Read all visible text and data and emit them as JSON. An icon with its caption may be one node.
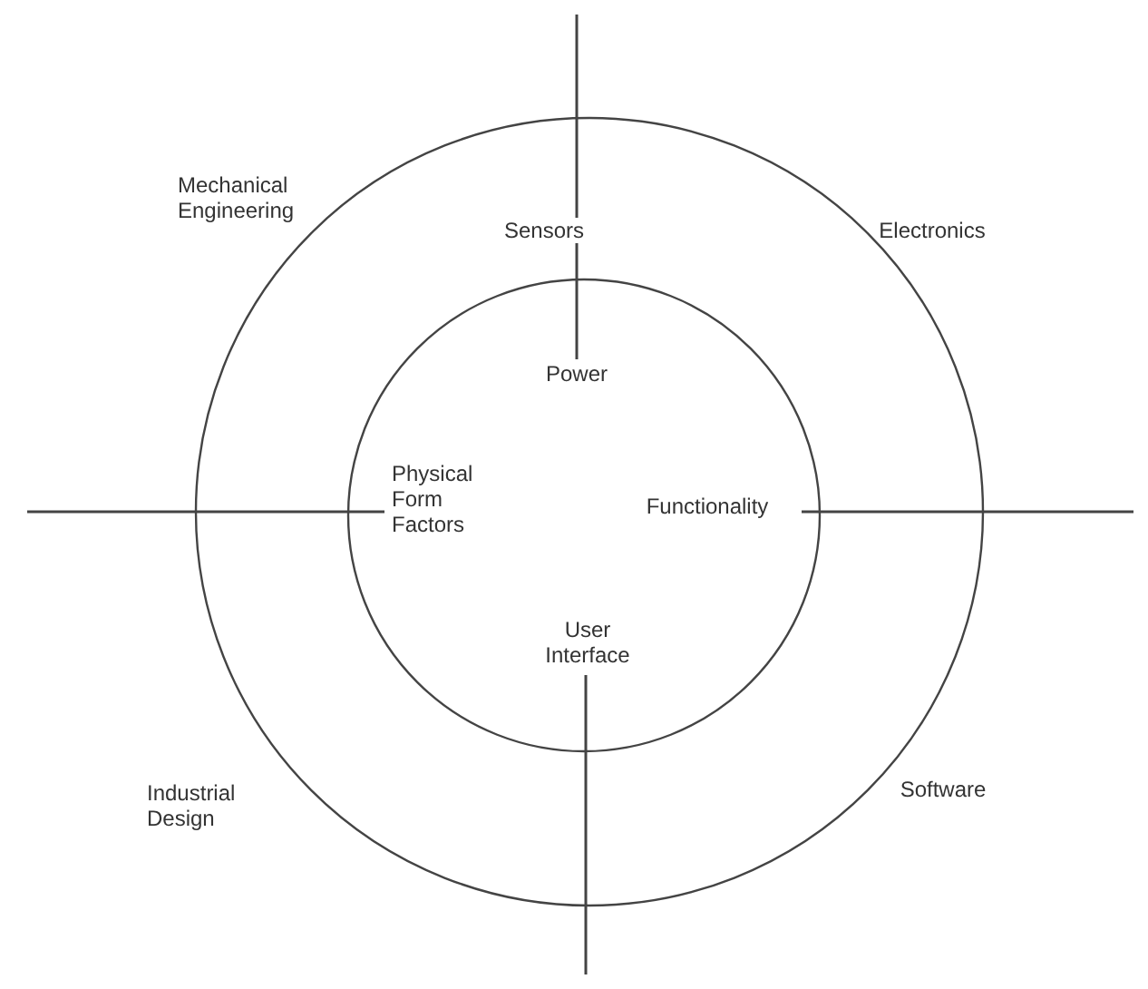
{
  "diagram": {
    "labels": [
      "Mechanical Engineering",
      "Sensors",
      "Electronics",
      "Power",
      "Physical Form Factors",
      "Functionality",
      "User Interface",
      "Industrial Design",
      "Software"
    ]
  }
}
